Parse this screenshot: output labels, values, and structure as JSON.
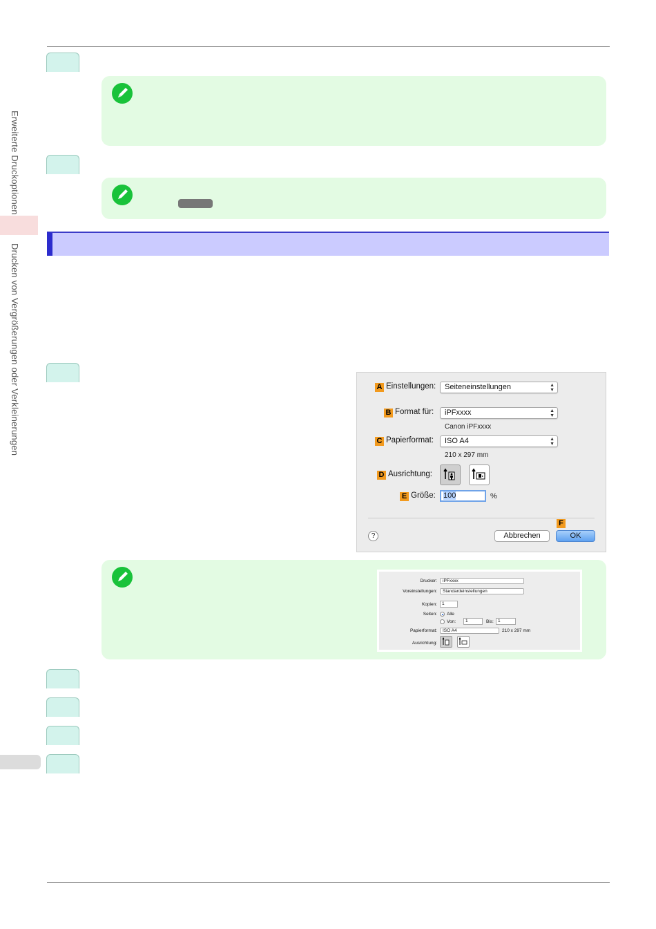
{
  "sidebar": {
    "chapter_label": "Erweiterte Druckoptionen",
    "section_label": "Drucken von Vergrößerungen oder Verkleinerungen"
  },
  "icons": {
    "note": "note-pencil-icon",
    "help": "help-icon",
    "portrait": "portrait-orientation-icon",
    "landscape": "landscape-orientation-icon"
  },
  "colors": {
    "step_tab": "#d3f3ec",
    "note_bg": "#e3fbe3",
    "section_bar": "#cbcbff",
    "section_bar_accent": "#2c2ccd",
    "letter_badge": "#f29a1e"
  },
  "page_setup_dialog": {
    "settings": {
      "letter": "A",
      "label": "Einstellungen:",
      "value": "Seiteneinstellungen"
    },
    "format_for": {
      "letter": "B",
      "label": "Format für:",
      "value": "iPFxxxx",
      "sub": "Canon iPFxxxx"
    },
    "paper_format": {
      "letter": "C",
      "label": "Papierformat:",
      "value": "ISO A4",
      "sub": "210 x 297 mm"
    },
    "orientation": {
      "letter": "D",
      "label": "Ausrichtung:"
    },
    "size": {
      "letter": "E",
      "label": "Größe:",
      "value": "100",
      "unit": "%"
    },
    "ok_letter": "F",
    "help": "?",
    "cancel_label": "Abbrechen",
    "ok_label": "OK"
  },
  "print_dialog": {
    "printer_label": "Drucker:",
    "printer_value": "iPFxxxx",
    "presets_label": "Voreinstellungen:",
    "presets_value": "Standardeinstellungen",
    "copies_label": "Kopien:",
    "copies_value": "1",
    "pages_label": "Seiten:",
    "pages_all": "Alle",
    "pages_from": "Von:",
    "pages_from_value": "1",
    "pages_to": "Bis:",
    "pages_to_value": "1",
    "paper_label": "Papierformat:",
    "paper_value": "ISO A4",
    "paper_size": "210 x 297 mm",
    "orientation_label": "Ausrichtung:"
  }
}
